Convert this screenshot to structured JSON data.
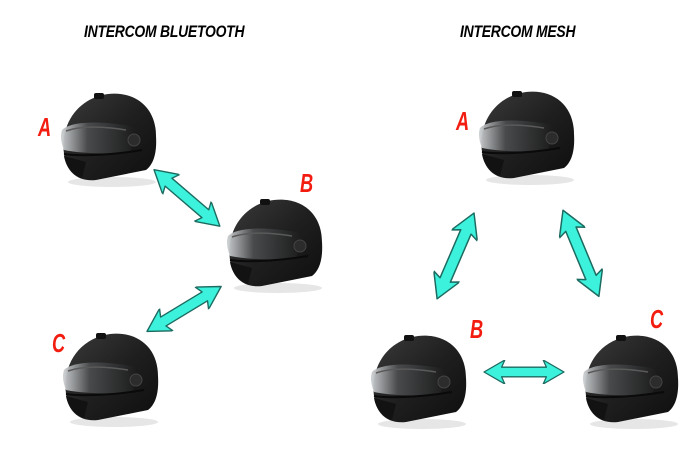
{
  "diagrams": [
    {
      "title": "INTERCOM BLUETOOTH",
      "nodes": [
        {
          "label": "A",
          "icon": "helmet-icon"
        },
        {
          "label": "B",
          "icon": "helmet-icon"
        },
        {
          "label": "C",
          "icon": "helmet-icon"
        }
      ],
      "links": [
        {
          "from": "A",
          "to": "B",
          "icon": "double-arrow-icon"
        },
        {
          "from": "B",
          "to": "C",
          "icon": "double-arrow-icon"
        }
      ]
    },
    {
      "title": "INTERCOM MESH",
      "nodes": [
        {
          "label": "A",
          "icon": "helmet-icon"
        },
        {
          "label": "B",
          "icon": "helmet-icon"
        },
        {
          "label": "C",
          "icon": "helmet-icon"
        }
      ],
      "links": [
        {
          "from": "A",
          "to": "B",
          "icon": "double-arrow-icon"
        },
        {
          "from": "A",
          "to": "C",
          "icon": "double-arrow-icon"
        },
        {
          "from": "B",
          "to": "C",
          "icon": "double-arrow-icon"
        }
      ]
    }
  ],
  "colors": {
    "arrow_fill": "#3cf2dc",
    "arrow_stroke": "#1c6b60",
    "label": "#f21d10",
    "helmet": "#1e1e1e",
    "background": "#ffffff"
  }
}
